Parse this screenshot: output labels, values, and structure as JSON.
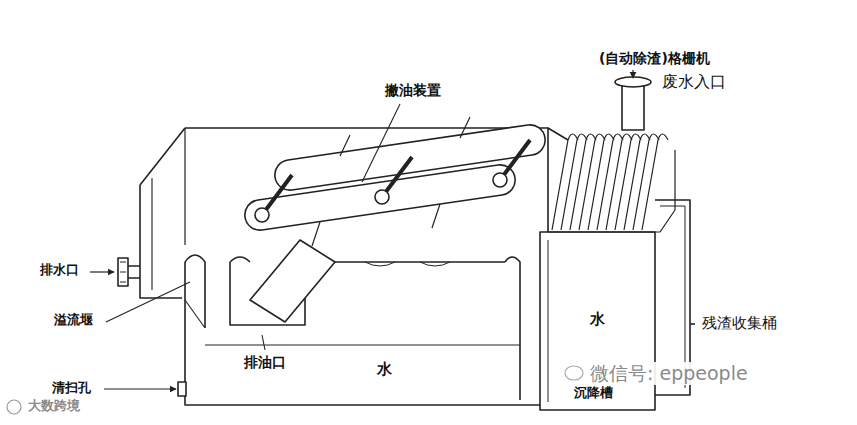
{
  "diagram": {
    "labels": [
      "(自动除渣)格栅机",
      "废水入口",
      "撇油装置",
      "排水口",
      "溢流堰",
      "清扫孔",
      "排油口",
      "水",
      "水",
      "沉降槽",
      "残渣收集桶",
      "微信号: eppeople",
      "大数跨境"
    ]
  }
}
